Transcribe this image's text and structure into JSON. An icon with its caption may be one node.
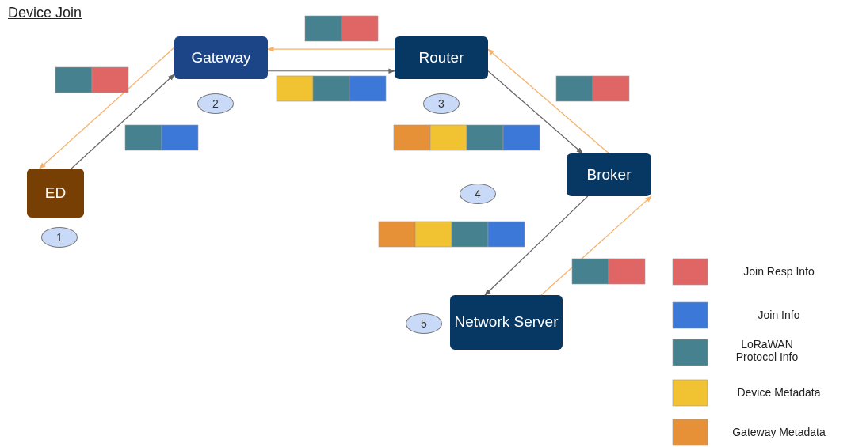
{
  "diagram": {
    "title": "Device Join",
    "nodes": [
      {
        "text": [
          "Gateway"
        ]
      },
      {
        "text": [
          "Router"
        ]
      },
      {
        "text": [
          "ED"
        ]
      },
      {
        "text": [
          "Broker"
        ]
      },
      {
        "text": [
          "Network Server"
        ]
      },
      {
        "text": [
          "1"
        ]
      },
      {
        "text": [
          "2"
        ]
      },
      {
        "text": [
          "3"
        ]
      },
      {
        "text": [
          "4"
        ]
      },
      {
        "text": [
          "5"
        ]
      }
    ],
    "edges": [
      {
        "from": 2,
        "to": 0,
        "arrow": "to"
      },
      {
        "from": 0,
        "to": 2,
        "arrow": "to",
        "color": "#f6b26b"
      },
      {
        "from": 0,
        "to": 1,
        "arrow": "to"
      },
      {
        "from": 1,
        "to": 0,
        "arrow": "to",
        "color": "#f6b26b"
      },
      {
        "from": 1,
        "to": 3,
        "arrow": "to"
      },
      {
        "from": 3,
        "to": 1,
        "arrow": "to",
        "color": "#f6b26b"
      },
      {
        "from": 3,
        "to": 4,
        "arrow": "to"
      },
      {
        "from": 4,
        "to": 3,
        "arrow": "to",
        "color": "#f6b26b"
      }
    ],
    "legend": [
      {
        "text": "Join Resp Info",
        "color": "#e06666"
      },
      {
        "text": "Join Info",
        "color": "#3c78d8"
      },
      {
        "text": "LoRaWAN Protocol Info",
        "color": "#45818e"
      },
      {
        "text": "Device Metadata",
        "color": "#f1c232"
      },
      {
        "text": "Gateway Metadata",
        "color": "#e69138"
      }
    ]
  }
}
